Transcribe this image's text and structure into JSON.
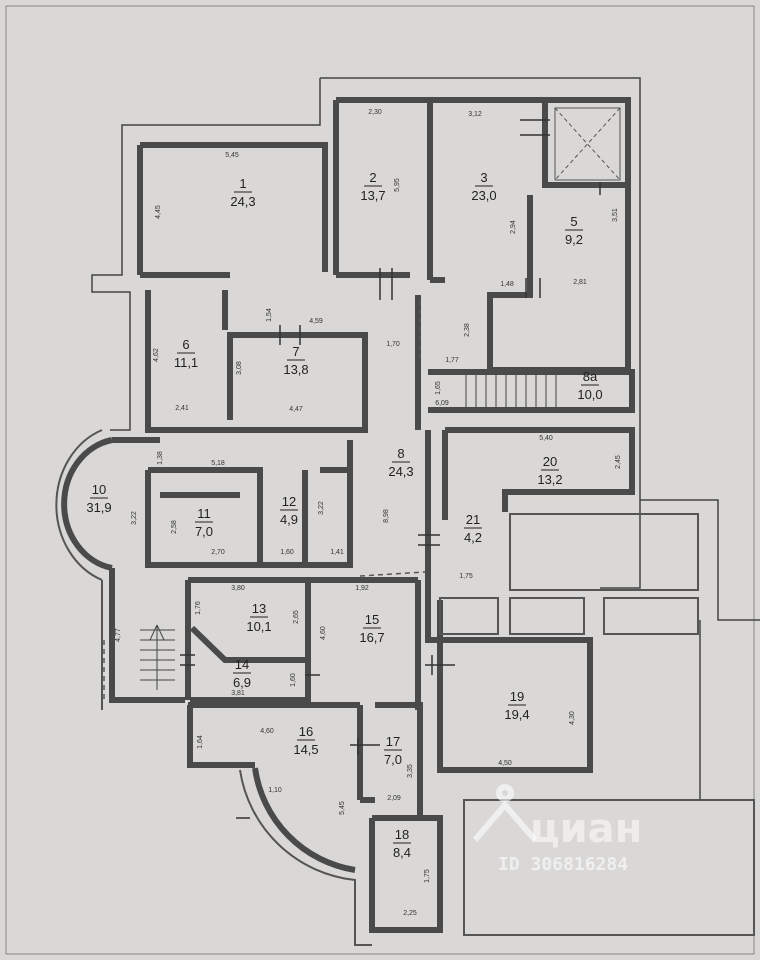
{
  "rooms": [
    {
      "num": "1",
      "area": "24,3"
    },
    {
      "num": "2",
      "area": "13,7"
    },
    {
      "num": "3",
      "area": "23,0"
    },
    {
      "num": "5",
      "area": "9,2"
    },
    {
      "num": "6",
      "area": "11,1"
    },
    {
      "num": "7",
      "area": "13,8"
    },
    {
      "num": "8а",
      "area": "10,0"
    },
    {
      "num": "8",
      "area": "24,3"
    },
    {
      "num": "20",
      "area": "13,2"
    },
    {
      "num": "10",
      "area": "31,9"
    },
    {
      "num": "11",
      "area": "7,0"
    },
    {
      "num": "12",
      "area": "4,9"
    },
    {
      "num": "21",
      "area": "4,2"
    },
    {
      "num": "13",
      "area": "10,1"
    },
    {
      "num": "15",
      "area": "16,7"
    },
    {
      "num": "14",
      "area": "6,9"
    },
    {
      "num": "19",
      "area": "19,4"
    },
    {
      "num": "16",
      "area": "14,5"
    },
    {
      "num": "17",
      "area": "7,0"
    },
    {
      "num": "18",
      "area": "8,4"
    }
  ],
  "dimensions": [
    "2,30",
    "3,12",
    "5,45",
    "4,45",
    "5,95",
    "2,94",
    "3,51",
    "1,48",
    "2,81",
    "1,54",
    "4,59",
    "1,70",
    "2,38",
    "1,77",
    "4,62",
    "3,08",
    "2,41",
    "4,47",
    "1,65",
    "6,09",
    "1,38",
    "5,18",
    "5,40",
    "2,45",
    "3,22",
    "2,58",
    "3,22",
    "8,98",
    "2,70",
    "1,60",
    "1,41",
    "1,75",
    "3,80",
    "1,92",
    "1,76",
    "2,65",
    "4,77",
    "4,60",
    "1,60",
    "3,81",
    "4,60",
    "1,64",
    "3,35",
    "4,30",
    "4,50",
    "1,10",
    "5,45",
    "2,09",
    "1,75",
    "2,25"
  ],
  "watermark": {
    "brand": "циан",
    "id": "ID 306816284"
  },
  "colors": {
    "paper": "#d9d8d6",
    "wall": "#4a4a4a",
    "outline": "#333333"
  }
}
